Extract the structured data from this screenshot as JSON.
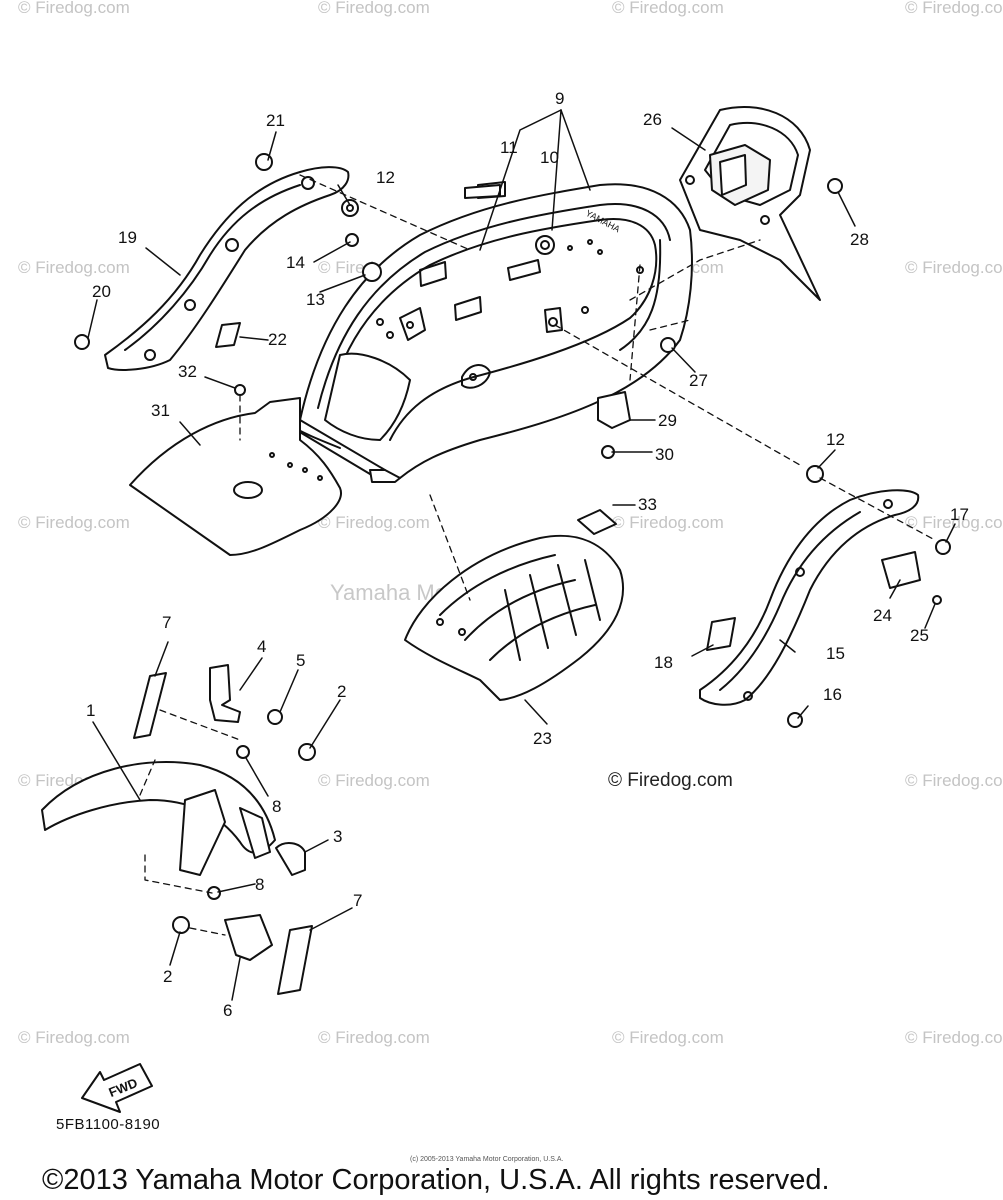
{
  "watermark_text": "© Firedog.com",
  "center_watermark": "Yamaha Motor Corp., U.S.A.",
  "credit": "© Firedog.com",
  "part_code": "5FB1100-8190",
  "fine_print": "(c) 2005-2013 Yamaha Motor Corporation, U.S.A.",
  "copyright": "©2013 Yamaha Motor Corporation, U.S.A. All rights reserved.",
  "fwd_label": "FWD",
  "decal_text": "YAMAHA",
  "callouts": [
    "1",
    "2",
    "2",
    "3",
    "4",
    "5",
    "6",
    "7",
    "7",
    "8",
    "8",
    "9",
    "10",
    "11",
    "12",
    "12",
    "13",
    "14",
    "15",
    "16",
    "17",
    "18",
    "19",
    "20",
    "21",
    "22",
    "23",
    "24",
    "25",
    "26",
    "27",
    "28",
    "29",
    "30",
    "31",
    "32",
    "33"
  ]
}
